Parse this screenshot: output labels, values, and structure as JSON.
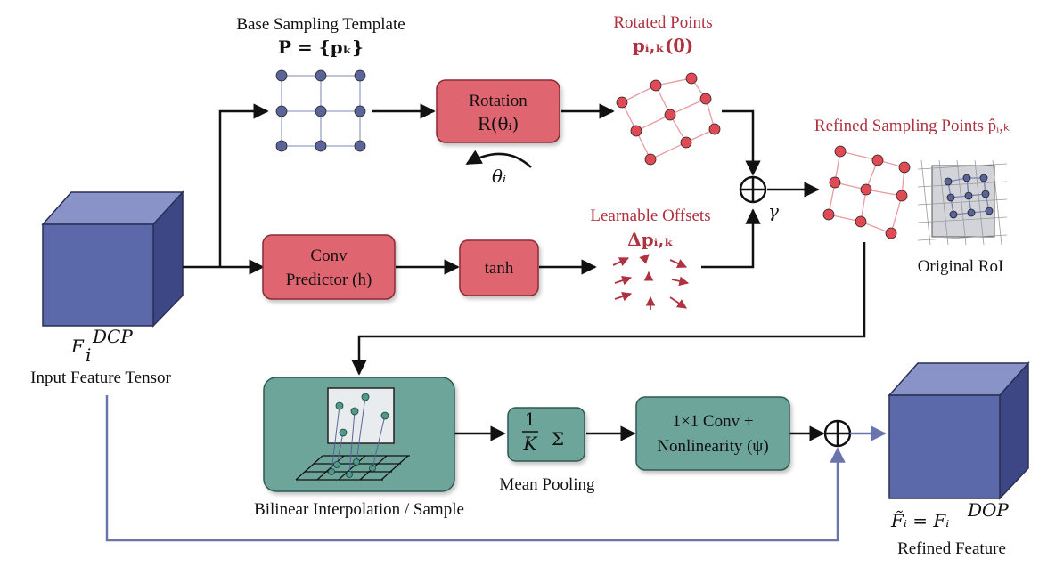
{
  "colors": {
    "accent_red": "#b0313f",
    "red_box": "#df6670",
    "teal_box": "#6ea59b",
    "tensor_blue": "#5b68aa",
    "template_point": "#5a6499",
    "skip_line": "#6a74ad"
  },
  "template": {
    "title": "Base Sampling Template",
    "formula": "P = {pₖ}"
  },
  "rotation": {
    "label": "Rotation",
    "formula": "R(θᵢ)",
    "angle": "θᵢ"
  },
  "rotated": {
    "title": "Rotated Points",
    "formula": "pᵢ,ₖ(θ)"
  },
  "refined": {
    "title": "Refined Sampling Points p̂ᵢ,ₖ"
  },
  "roi": {
    "label": "Original RoI"
  },
  "conv_predictor": {
    "line1": "Conv",
    "line2": "Predictor (h)"
  },
  "tanh": {
    "label": "tanh"
  },
  "offsets": {
    "title": "Learnable Offsets",
    "formula": "Δpᵢ,ₖ"
  },
  "merge": {
    "gamma": "γ"
  },
  "input": {
    "formula_main": "F",
    "formula_sub": "i",
    "formula_sup": "DCP",
    "label": "Input Feature Tensor"
  },
  "bilinear": {
    "label": "Bilinear Interpolation / Sample"
  },
  "mean_pool": {
    "frac_num": "1",
    "frac_den": "K",
    "sigma": "Σ",
    "label": "Mean Pooling"
  },
  "conv1x1": {
    "line1": "1×1 Conv +",
    "line2": "Nonlinearity (ψ)"
  },
  "output": {
    "formula": "F̃ᵢ = Fᵢ",
    "formula_sup": "DOP",
    "label": "Refined Feature"
  }
}
